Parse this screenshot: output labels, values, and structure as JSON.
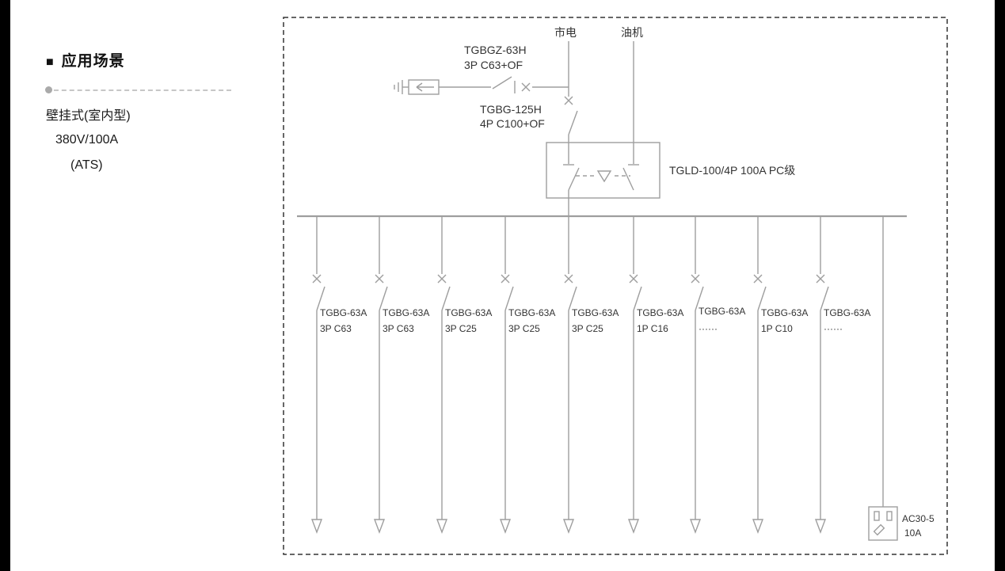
{
  "sidebar": {
    "title_marker": "■",
    "title": "应用场景",
    "lines": [
      "壁挂式(室内型)",
      "380V/100A",
      "(ATS)"
    ]
  },
  "diagram": {
    "sources": {
      "mains": "市电",
      "generator": "油机"
    },
    "spd_breaker": {
      "line1": "TGBGZ-63H",
      "line2": "3P C63+OF"
    },
    "main_breaker": {
      "line1": "TGBG-125H",
      "line2": "4P C100+OF"
    },
    "ats": {
      "label": "TGLD-100/4P 100A PC级"
    },
    "branches": [
      {
        "model": "TGBG-63A",
        "spec": "3P C63"
      },
      {
        "model": "TGBG-63A",
        "spec": "3P C63"
      },
      {
        "model": "TGBG-63A",
        "spec": "3P C25"
      },
      {
        "model": "TGBG-63A",
        "spec": "3P C25"
      },
      {
        "model": "TGBG-63A",
        "spec": "3P C25"
      },
      {
        "model": "TGBG-63A",
        "spec": "1P C16"
      },
      {
        "model": "TGBG-63A",
        "spec": "······"
      },
      {
        "model": "TGBG-63A",
        "spec": "1P C10"
      },
      {
        "model": "TGBG-63A",
        "spec": "······"
      }
    ],
    "socket": {
      "line1": "AC30-5",
      "line2": "10A"
    }
  }
}
